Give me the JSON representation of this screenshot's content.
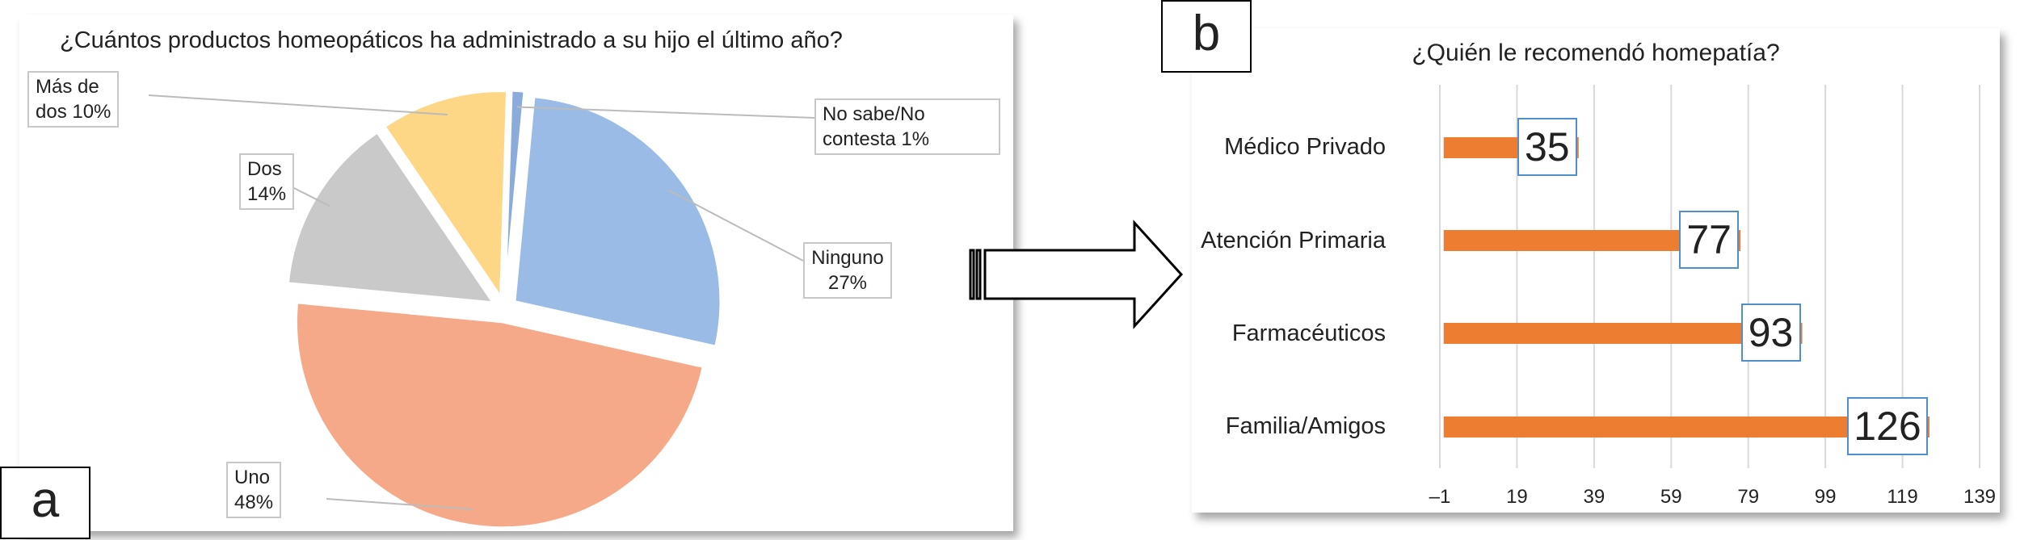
{
  "chart_data": [
    {
      "type": "pie",
      "title": "¿Cuántos productos homeopáticos ha administrado a su hijo el último año?",
      "slices": [
        {
          "label": "Ninguno",
          "pct_label": "27%",
          "value": 27,
          "color": "#8fb4e3"
        },
        {
          "label": "Uno",
          "pct_label": "48%",
          "value": 48,
          "color": "#f4a07c"
        },
        {
          "label": "Dos",
          "pct_label": "14%",
          "value": 14,
          "color": "#c4c4c4"
        },
        {
          "label": "Más de dos",
          "pct_label": "10%",
          "value": 10,
          "color": "#fdd27a"
        },
        {
          "label": "No sabe/No contesta",
          "pct_label": "1%",
          "value": 1,
          "color": "#7fa3d8"
        }
      ],
      "callouts": {
        "ninguno": "Ninguno\n27%",
        "uno": "Uno\n48%",
        "dos": "Dos\n14%",
        "mas_de_dos": "Más de\ndos 10%",
        "no_sabe": "No sabe/No\ncontesta 1%"
      },
      "panel_label": "a"
    },
    {
      "type": "bar",
      "orientation": "horizontal",
      "title": "¿Quién le recomendó homepatía?",
      "categories": [
        "Médico Privado",
        "Atención Primaria",
        "Farmacéuticos",
        "Familia/Amigos"
      ],
      "values": [
        35,
        77,
        93,
        126
      ],
      "value_labels": [
        "35",
        "77",
        "93",
        "126"
      ],
      "xlim": [
        -1,
        139
      ],
      "xticks": [
        "–1",
        "19",
        "39",
        "59",
        "79",
        "99",
        "119",
        "139"
      ],
      "xtick_values": [
        -1,
        19,
        39,
        59,
        79,
        99,
        119,
        139
      ],
      "grid": true,
      "bar_color": "#ed7d31",
      "panel_label": "b"
    }
  ],
  "arrow": {
    "color": "#000000"
  }
}
